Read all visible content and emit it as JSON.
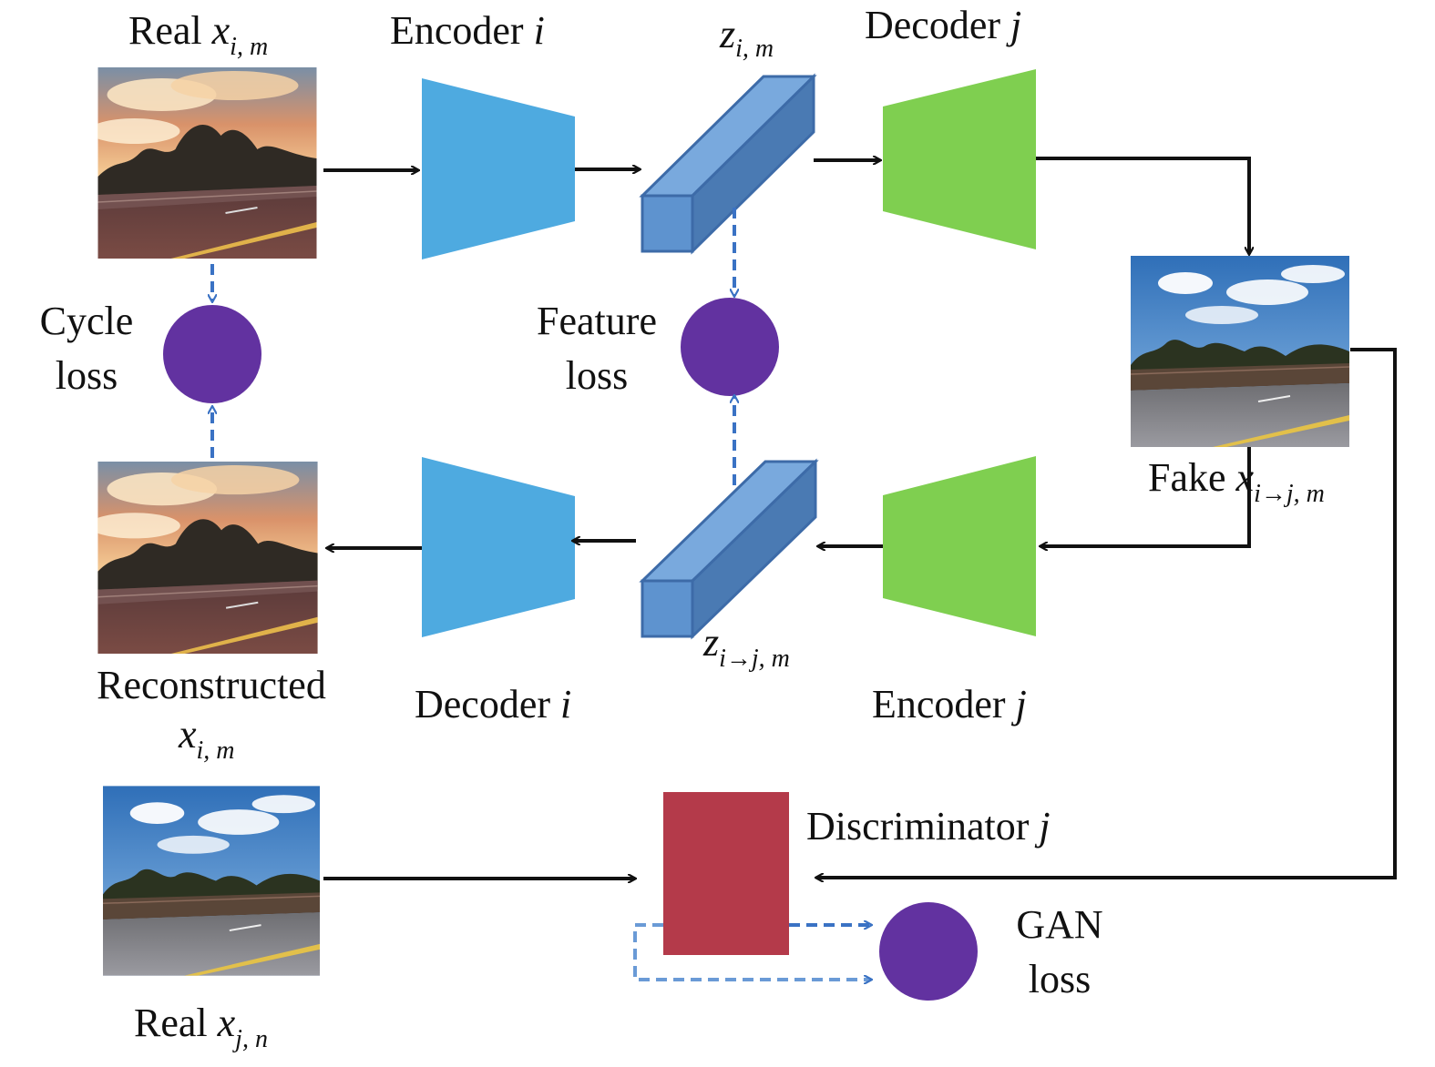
{
  "colors": {
    "encoder_i": "#4eaae0",
    "decoder_j": "#7fcf50",
    "latent_front": "#5e93cf",
    "latent_side": "#4a7ab3",
    "latent_top": "#79a9dd",
    "latent_stroke": "#3d6ba8",
    "discriminator": "#b43a4a",
    "loss_node": "#6232a0",
    "arrow": "#111111",
    "dashed_arrow": "#3a72c4"
  },
  "labels": {
    "real_x_im": {
      "word": "Real",
      "var": "x",
      "sub": "i, m"
    },
    "encoder_i": {
      "word": "Encoder",
      "var": "i"
    },
    "z_im": {
      "var": "z",
      "sub": "i, m"
    },
    "decoder_j": {
      "word": "Decoder",
      "var": "j"
    },
    "cycle_loss": {
      "line1": "Cycle",
      "line2": "loss"
    },
    "feature_loss": {
      "line1": "Feature",
      "line2": "loss"
    },
    "fake_x": {
      "word": "Fake",
      "var": "x",
      "sub": "i→j, m"
    },
    "reconstructed": {
      "line1": "Reconstructed",
      "var": "x",
      "sub": "i, m"
    },
    "decoder_i": {
      "word": "Decoder",
      "var": "i"
    },
    "z_ijm": {
      "var": "z",
      "sub": "i→j, m"
    },
    "encoder_j": {
      "word": "Encoder",
      "var": "j"
    },
    "discriminator_j": {
      "word": "Discriminator",
      "var": "j"
    },
    "gan_loss": {
      "line1": "GAN",
      "line2": "loss"
    },
    "real_x_jn": {
      "word": "Real",
      "var": "x",
      "sub": "j, n"
    }
  },
  "images": {
    "real_im": "sunset road photo",
    "fake": "daytime road photo",
    "reconstructed": "sunset road photo",
    "real_jn": "daytime road photo"
  }
}
